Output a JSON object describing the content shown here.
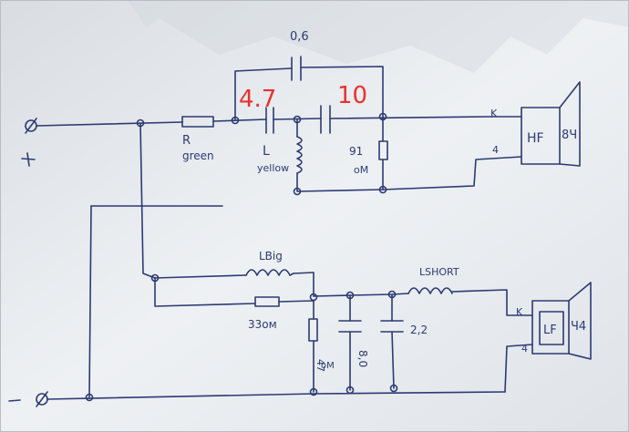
{
  "labels": {
    "cap_top": "0,6",
    "cap_47": "4.7",
    "cap_10": "10",
    "resistor_r": "R",
    "resistor_color": "green",
    "inductor_l": "L",
    "inductor_color": "yellow",
    "res_91": "91",
    "res_91_unit": "oM",
    "hf_k": "K",
    "hf_4": "4",
    "hf_speaker": "HF",
    "hf_ohm": "8Ч",
    "plus_terminal": "Ø",
    "plus_sign": "+",
    "minus_sign": "-",
    "minus_terminal": "Ø",
    "lbig": "LBig",
    "lshort": "LSHORT",
    "res_33": "33ом",
    "res_47": "47",
    "res_47_unit": "оМ",
    "cap_80": "8,0",
    "cap_22": "2,2",
    "lf_k": "K",
    "lf_4": "4",
    "lf_speaker": "LF",
    "lf_ohm": "Ч4"
  },
  "colors": {
    "ink": "#2c3a73",
    "red_ink": "#e8322f",
    "paper": "#e9edf1",
    "background": "#2b2520"
  }
}
